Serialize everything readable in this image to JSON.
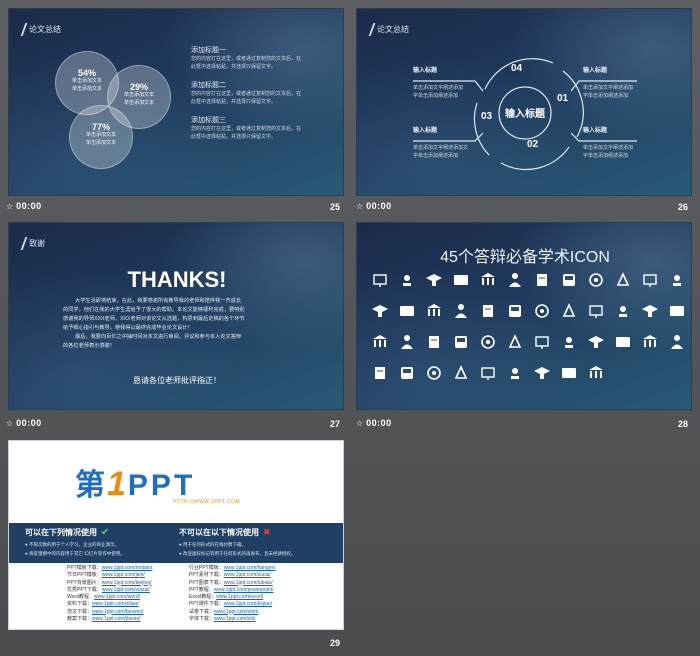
{
  "slides": {
    "s25": {
      "header": "论文总结",
      "time": "00:00",
      "page": "25",
      "circles": [
        {
          "pct": "54%",
          "line1": "单击添加文本",
          "line2": "单击添加文本"
        },
        {
          "pct": "29%",
          "line1": "单击添加文本",
          "line2": "单击添加文本"
        },
        {
          "pct": "77%",
          "line1": "单击添加文本",
          "line2": "单击添加文本"
        }
      ],
      "items": [
        {
          "title": "添加标题一",
          "line1": "您的内容打在这里，或者通过复制您的文本后，在",
          "line2": "此框中选择粘贴，并选择只保留文字。"
        },
        {
          "title": "添加标题二",
          "line1": "您的内容打在这里，或者通过复制您的文本后，在",
          "line2": "此框中选择粘贴，并选择只保留文字。"
        },
        {
          "title": "添加标题三",
          "line1": "您的内容打在这里，或者通过复制您的文本后，在",
          "line2": "此框中选择粘贴，并选择只保留文字。"
        }
      ]
    },
    "s26": {
      "header": "论文总结",
      "time": "00:00",
      "page": "26",
      "center": "输入标题",
      "nums": [
        "04",
        "01",
        "03",
        "02"
      ],
      "labels": [
        {
          "title": "输入标题",
          "line1": "单击添加文字阐述添加",
          "line2": "字单击添加阐述添加"
        },
        {
          "title": "输入标题",
          "line1": "单击添加文字阐述添加",
          "line2": "字单击添加阐述添加"
        },
        {
          "title": "输入标题",
          "line1": "单击添加文字阐述添加文",
          "line2": "字单击添加阐述添加"
        },
        {
          "title": "输入标题",
          "line1": "单击添加文字阐述添加",
          "line2": "字单击添加阐述添加"
        }
      ]
    },
    "s27": {
      "header": "致谢",
      "time": "00:00",
      "page": "27",
      "thanks": "THANKS!",
      "paras": [
        "大学生活即将结束，在此，我要感谢所有教导我的老师和陪伴我一齐成长",
        "的同学，他们在我的大学生涯给予了很大的帮助。本论文能够顺利完成，要特别",
        "感谢我的导师XXX老师，XXX老师对该论文从选题，构思到最后定稿的各个环节",
        "给予细心指引与教导，使我得以最终完成毕业论文设计！",
        "最后，我要向百忙之中抽时间对本文进行审阅，评议和参与本人论文答辩",
        "的各位老师表示感谢！"
      ],
      "closing": "恳请各位老师批评指正！"
    },
    "s28": {
      "time": "00:00",
      "page": "28",
      "title": "45个答辩必备学术ICON"
    },
    "s29": {
      "page": "29",
      "logo_char": "第",
      "logo_one": "1",
      "logo_ppt": "PPT",
      "logo_url": "HTTP://WWW.1PPT.COM",
      "left_head": "可以在下列情况使用",
      "right_head": "不可以在以下情况使用",
      "left_l1": "● 不限次数的用于个人学习，企业的商业演示。",
      "left_l2": "● 将反馈模中的内容用于其它 幻灯片等作中使用。",
      "right_l1": "● 用于任何形式的在线付费下载。",
      "right_l2": "● 改变版权标记等用于任何形式的再发布，且未经请授权。",
      "left_links": [
        {
          "label": "PPT模板下载：",
          "url": "www.1ppt.com/moban/"
        },
        {
          "label": "节日PPT模板：",
          "url": "www.1ppt.com/jieri/"
        },
        {
          "label": "PPT背景图片：",
          "url": "www.1ppt.com/beijing/"
        },
        {
          "label": "优秀PPT下载：",
          "url": "www.1ppt.com/xiazai/"
        },
        {
          "label": "Word教程：",
          "url": "www.1ppt.com/word/"
        },
        {
          "label": "资料下载：",
          "url": "www.1ppt.com/ziliao/"
        },
        {
          "label": "范文下载：",
          "url": "www.1ppt.com/fanwen/"
        },
        {
          "label": "教案下载：",
          "url": "www.1ppt.com/jiaoan/"
        }
      ],
      "right_links": [
        {
          "label": "行业PPT模板：",
          "url": "www.1ppt.com/hangye/"
        },
        {
          "label": "PPT素材下载：",
          "url": "www.1ppt.com/sucai/"
        },
        {
          "label": "PPT图表下载：",
          "url": "www.1ppt.com/tubiao/"
        },
        {
          "label": "PPT教程：",
          "url": "www.1ppt.com/powerpoint/"
        },
        {
          "label": "Excel教程：",
          "url": "www.1ppt.com/excel/"
        },
        {
          "label": "PPT课件下载：",
          "url": "www.1ppt.com/kejian/"
        },
        {
          "label": "试卷下载：",
          "url": "www.1ppt.com/shiti/"
        },
        {
          "label": "字体下载：",
          "url": "www.1ppt.com/ziti/"
        }
      ]
    }
  }
}
